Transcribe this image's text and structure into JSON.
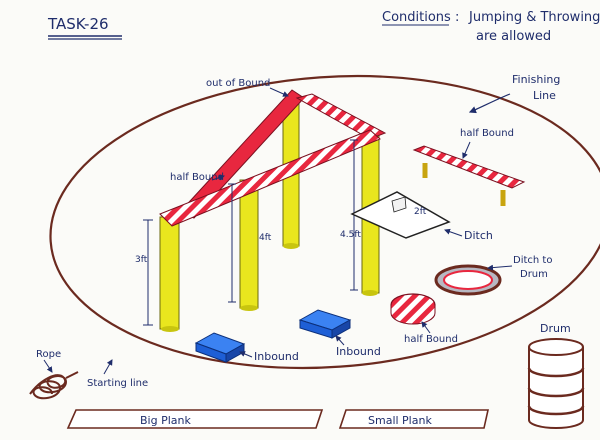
{
  "task_title": "TASK-26",
  "conditions": {
    "label": "Conditions :",
    "line1": "Jumping & Throwing",
    "line2": "are allowed"
  },
  "labels": {
    "out_of_bound": "out of Bound",
    "finishing_line_1": "Finishing",
    "finishing_line_2": "Line",
    "half_bound_left": "half Bound",
    "half_bound_right": "half Bound",
    "half_bound_drum": "half Bound",
    "height_3ft": "3ft",
    "height_4ft": "4ft",
    "height_4_5ft": "4.5ft",
    "ditch_depth": "2ft",
    "ditch": "Ditch",
    "ditch_drum_1": "Ditch to",
    "ditch_drum_2": "Drum",
    "inbound_1": "Inbound",
    "inbound_2": "Inbound",
    "rope": "Rope",
    "starting_line": "Starting line",
    "drum": "Drum",
    "big_plank": "Big Plank",
    "small_plank": "Small Plank"
  },
  "colors": {
    "bound_red": "#e8273f",
    "pole_yellow": "#e9e61e",
    "inbound_blue": "#1e5fd6",
    "outline_brown": "#6b2a1f",
    "ink_blue": "#1f2d6b"
  }
}
